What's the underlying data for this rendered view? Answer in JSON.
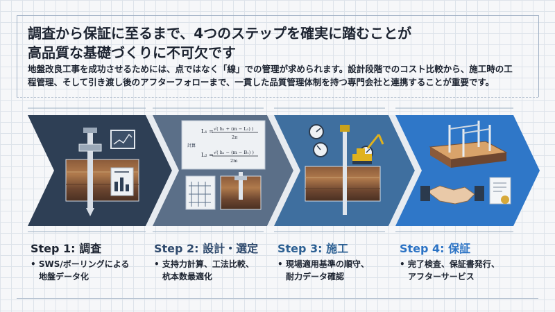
{
  "title": {
    "line1": "調査から保証に至るまで、4つのステップを確実に踏むことが",
    "line2": "高品質な基礎づくりに不可欠です"
  },
  "description": {
    "line1": "地盤改良工事を成功させるためには、点ではなく「線」での管理が求められます。設計段階でのコスト比較から、施工時の工",
    "line2": "程管理、そして引き渡し後のアフターフォローまで、一貫した品質管理体制を持つ専門会社と連携することが重要です。"
  },
  "formulas": {
    "f1_lhs": "L₁ =",
    "f1_num": "√( h₁ + (m − L₁) )",
    "f1_den": "2π",
    "f2_lhs": "L₂ =",
    "f2_num": "√( h₁ − (m − B₁) )",
    "f2_den": "2m",
    "side_label": "計算"
  },
  "steps": [
    {
      "title": "Step 1: 調査",
      "line1": "SWS/ボーリングによる",
      "line2": "地盤データ化",
      "color": "#1c2330"
    },
    {
      "title": "Step 2: 設計・選定",
      "line1": "支持力計算、工法比較、",
      "line2": "杭本数最適化",
      "color": "#2f4a6d"
    },
    {
      "title": "Step 3: 施工",
      "line1": "現場適用基準の順守、",
      "line2": "耐力データ確認",
      "color": "#2b5f92"
    },
    {
      "title": "Step 4: 保証",
      "line1": "完了検査、保証書発行、",
      "line2": "アフターサービス",
      "color": "#2a72c4"
    }
  ],
  "colors": {
    "step1_fill": "#2e3f55",
    "step2_fill": "#5b6f88",
    "step3_fill": "#3f6f9f",
    "step4_fill": "#2f77c8"
  }
}
